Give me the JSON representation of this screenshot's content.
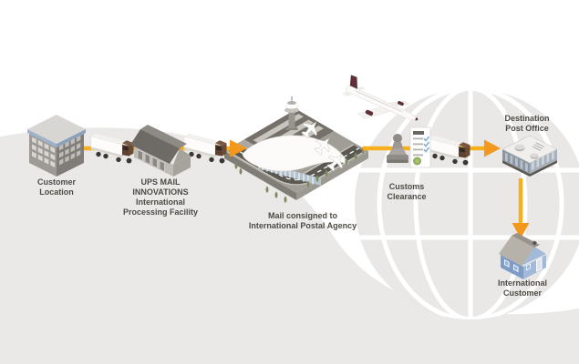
{
  "diagram": {
    "flow_direction": "left-to-right",
    "labels": {
      "customer_location": "Customer\nLocation",
      "ups_facility": "UPS MAIL\nINNOVATIONS\nInternational\nProcessing Facility",
      "postal_agency": "Mail consigned to\nInternational Postal Agency",
      "customs_clearance": "Customs\nClearance",
      "destination_post_office": "Destination\nPost Office",
      "international_customer": "International\nCustomer"
    },
    "colors": {
      "flow_line": "#F8AF1D",
      "flow_arrowhead": "#F2991D",
      "background_hill": "#EAE9E7",
      "globe_fill": "#E9E8E6",
      "globe_grid": "#FFFFFF",
      "label_text": "#4E4A45",
      "airplane_accent": "#5E3038",
      "truck_cab": "#6B4A36",
      "house_wall": "#7F9CC6"
    },
    "icons": [
      "customer-building-icon",
      "delivery-truck-icon",
      "ups-processing-facility-icon",
      "airport-terminal-icon",
      "airplane-icon",
      "customs-stamp-icon",
      "customs-document-icon",
      "post-office-building-icon",
      "customer-house-icon",
      "globe-icon"
    ]
  }
}
